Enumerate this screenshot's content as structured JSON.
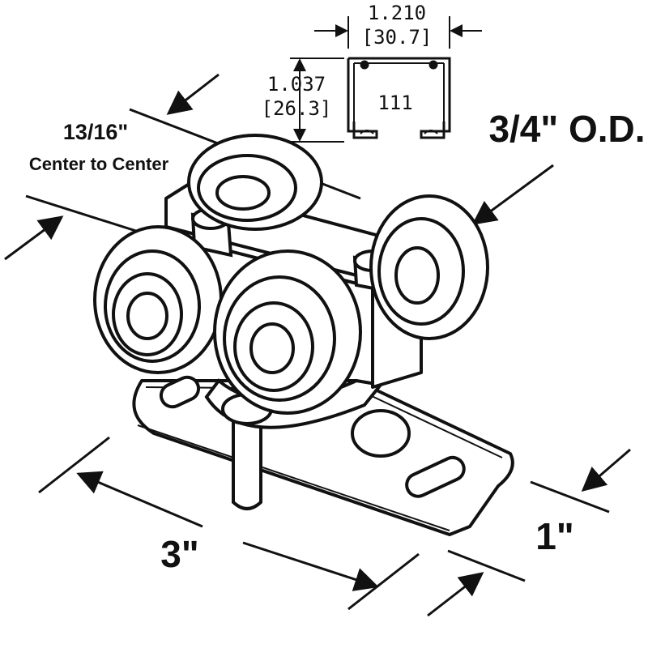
{
  "labels": {
    "width_in": "1.210",
    "width_mm": "[30.7]",
    "height_in": "1.037",
    "height_mm": "[26.3]",
    "track_number": "111",
    "wheel_od": "3/4\" O.D.",
    "spacing": "13/16\"",
    "spacing_note": "Center to Center",
    "length": "3\"",
    "plate_width": "1\""
  },
  "colors": {
    "ink": "#111111",
    "paper": "#ffffff"
  }
}
